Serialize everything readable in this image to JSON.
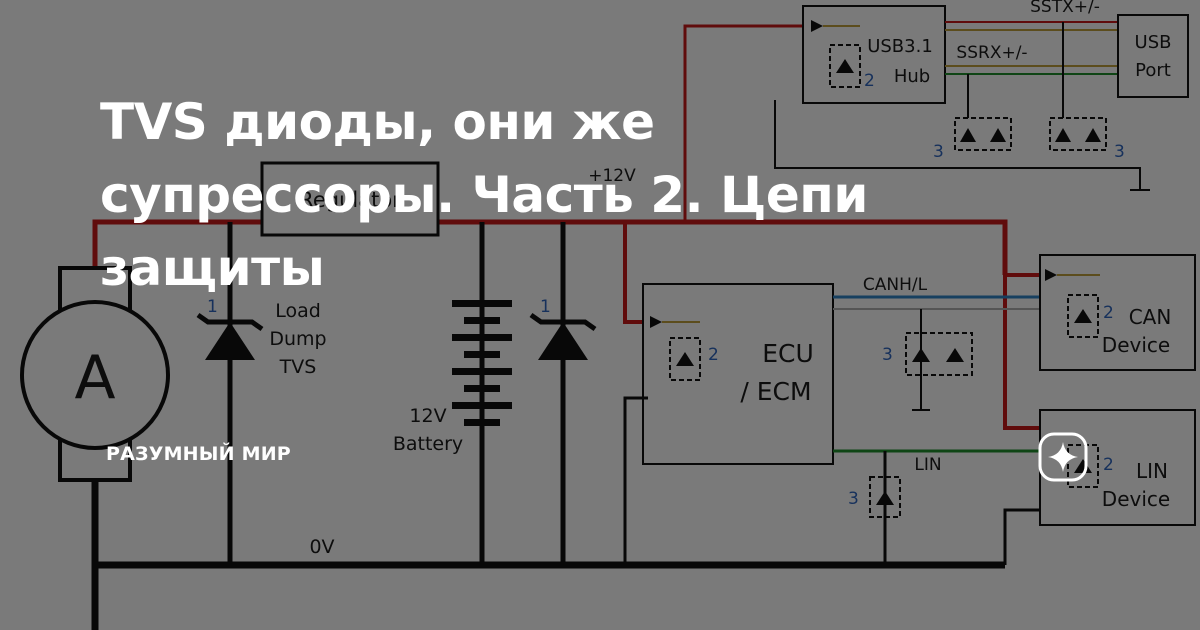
{
  "article": {
    "title": "TVS диоды, они же супрессоры. Часть 2. Цепи защиты",
    "brand": "РАЗУМНЫЙ МИР",
    "brand_icon": "sparkle-icon"
  },
  "schematic": {
    "alternator": "A",
    "regulator": "Regulator",
    "load_dump_tvs": [
      "Load",
      "Dump",
      "TVS"
    ],
    "battery": [
      "12V",
      "Battery"
    ],
    "rail_12v": "+12V",
    "ground": "0V",
    "ecu": [
      "ECU",
      "/ ECM"
    ],
    "usb_hub": [
      "USB3.1",
      "Hub"
    ],
    "usb_port": [
      "USB",
      "Port"
    ],
    "sstx": "SSTX+/-",
    "ssrx": "SSRX+/-",
    "can_bus": "CANH/L",
    "lin_bus": "LIN",
    "can_device": [
      "CAN",
      "Device"
    ],
    "lin_device": [
      "LIN",
      "Device"
    ],
    "markers": {
      "one": "1",
      "two": "2",
      "three": "3"
    },
    "colors": {
      "power": "#c01818",
      "ground": "#111111",
      "can": "#2e80c0",
      "lin": "#1f8a2a",
      "usb": "#b89a3a"
    }
  }
}
